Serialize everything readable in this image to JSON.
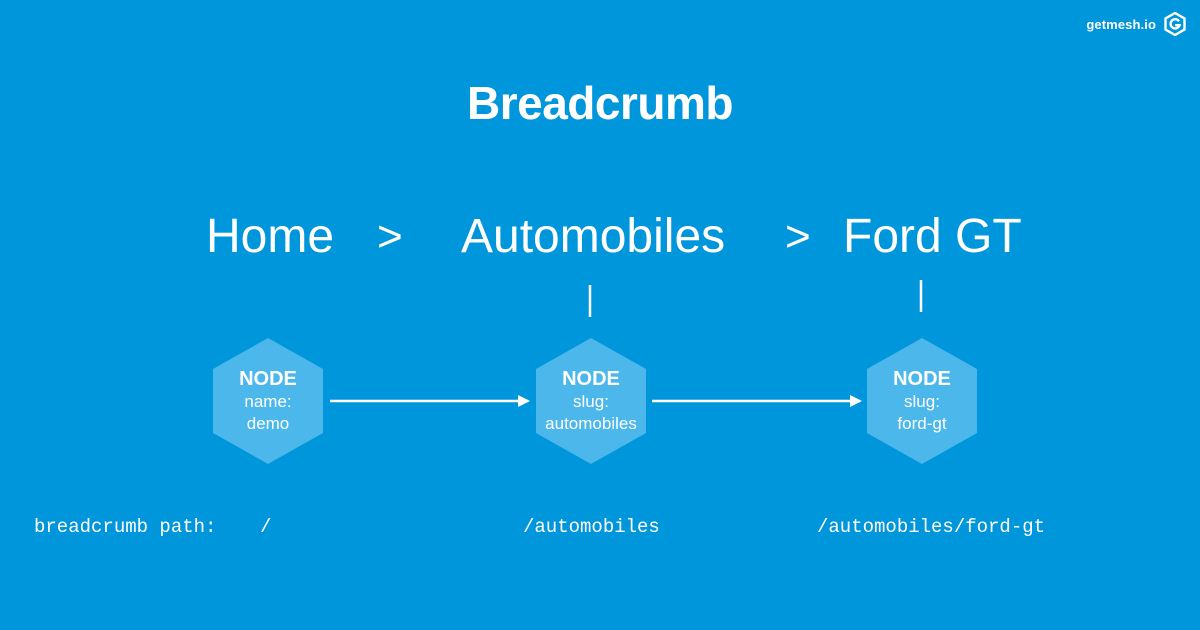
{
  "brand": {
    "name": "getmesh.io",
    "logo": "getmesh-logo-icon"
  },
  "title": "Breadcrumb",
  "breadcrumb": {
    "items": [
      "Home",
      "Automobiles",
      "Ford GT"
    ],
    "separator": ">"
  },
  "nodes": [
    {
      "heading": "NODE",
      "key": "name:",
      "value": "demo"
    },
    {
      "heading": "NODE",
      "key": "slug:",
      "value": "automobiles"
    },
    {
      "heading": "NODE",
      "key": "slug:",
      "value": "ford-gt"
    }
  ],
  "paths": {
    "label": "breadcrumb path:",
    "values": [
      "/",
      "/automobiles",
      "/automobiles/ford-gt"
    ]
  },
  "colors": {
    "background": "#0096dc",
    "node_fill": "#4cb7ea",
    "foreground": "#ffffff"
  }
}
